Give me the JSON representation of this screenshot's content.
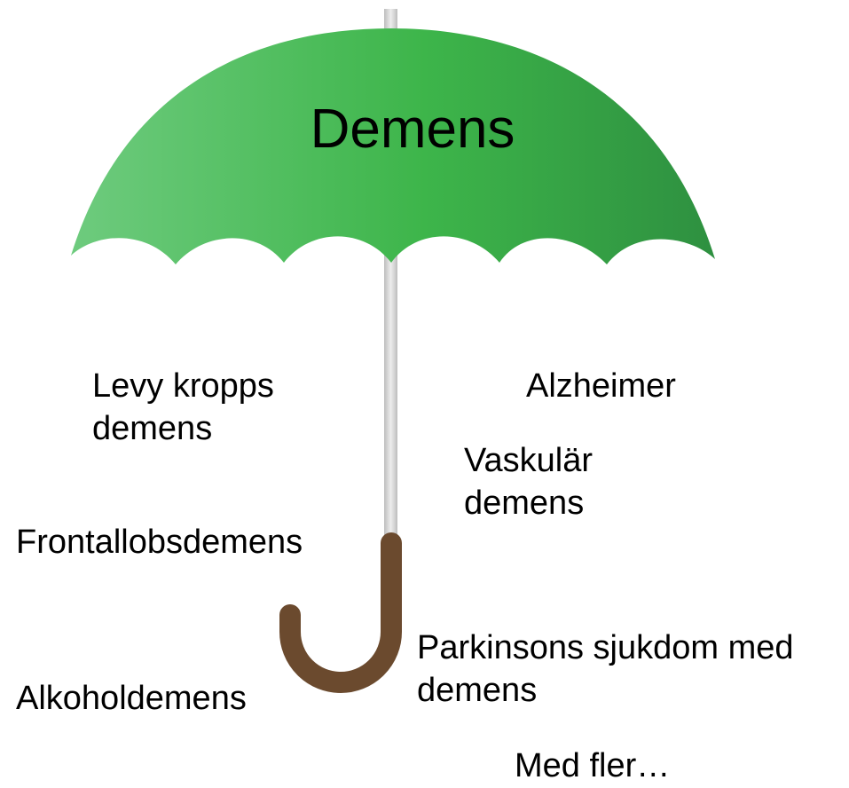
{
  "umbrella": {
    "title": "Demens",
    "canopy_color_light": "#6ECB7E",
    "canopy_color_main": "#3DB54A",
    "canopy_color_dark": "#2E9040",
    "shaft_color": "#D2D2D2",
    "handle_color": "#6B4A2E"
  },
  "types": {
    "lewy_line1": "Levy kropps",
    "lewy_line2": "demens",
    "alzheimer": "Alzheimer",
    "vaskular_line1": "Vaskulär",
    "vaskular_line2": "demens",
    "frontal": "Frontallobsdemens",
    "parkinson_line1": "Parkinsons sjukdom med",
    "parkinson_line2": "demens",
    "alkohol": "Alkoholdemens",
    "more": "Med fler…"
  }
}
